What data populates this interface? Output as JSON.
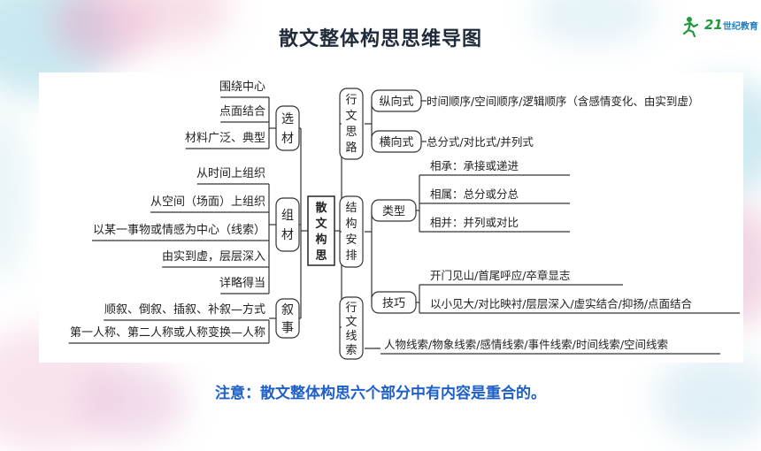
{
  "title": "散文整体构思思维导图",
  "logo": {
    "mark": "21",
    "text": "世纪教育"
  },
  "center": {
    "label": "散文构思",
    "chars": [
      "散",
      "文",
      "构",
      "思"
    ]
  },
  "left": [
    {
      "label": "选材",
      "chars": [
        "选",
        "材"
      ],
      "items": [
        "围绕中心",
        "点面结合",
        "材料广泛、典型"
      ]
    },
    {
      "label": "组材",
      "chars": [
        "组",
        "材"
      ],
      "items": [
        "从时间上组织",
        "从空间（场面）上组织",
        "以某一事物或情感为中心（线索）",
        "由实到虚，层层深入",
        "详略得当"
      ]
    },
    {
      "label": "叙事",
      "chars": [
        "叙",
        "事"
      ],
      "items": [
        "顺叙、倒叙、插叙、补叙—方式",
        "第一人称、第二人称或人称变换—人称"
      ]
    }
  ],
  "right": {
    "xingwen": {
      "label": "行文思路",
      "chars": [
        "行",
        "文",
        "思",
        "路"
      ],
      "subs": [
        {
          "label": "纵向式",
          "text": "时间顺序/空间顺序/逻辑顺序（含感情变化、由实到虚）"
        },
        {
          "label": "横向式",
          "text": "总分式/对比式/并列式"
        }
      ]
    },
    "jiegou": {
      "label": "结构安排",
      "chars": [
        "结",
        "构",
        "安",
        "排"
      ],
      "subs": [
        {
          "label": "类型",
          "items": [
            "相承：承接或递进",
            "相属：总分或分总",
            "相并：并列或对比"
          ]
        },
        {
          "label": "技巧",
          "items": [
            "开门见山/首尾呼应/卒章显志",
            "以小见大/对比映衬/层层深入/虚实结合/抑扬/点面结合"
          ]
        }
      ]
    },
    "xianshuo": {
      "label": "行文线索",
      "chars": [
        "行",
        "文",
        "线",
        "索"
      ],
      "text": "人物线索/物象线索/感情线索/事件线索/时间线索/空间线索"
    }
  },
  "note": "注意：散文整体构思六个部分中有内容是重合的。",
  "colors": {
    "title": "#1f2b3a",
    "note": "#1e5fc8",
    "line": "#333333"
  }
}
